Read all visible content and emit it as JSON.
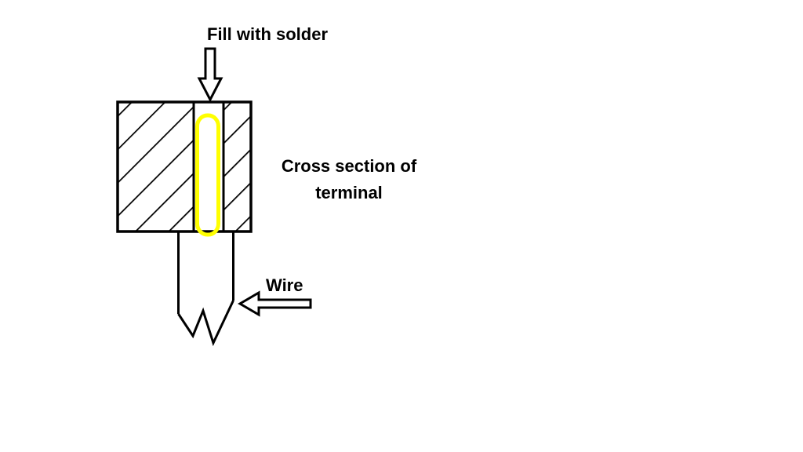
{
  "background": "#ffffff",
  "colors": {
    "ink": "#000000",
    "solder_highlight": "#ffff00"
  },
  "labels": {
    "fill_with_solder": "Fill with solder",
    "cross_section_line1": "Cross section of",
    "cross_section_line2": "terminal",
    "wire": "Wire"
  },
  "diagram": {
    "type": "hand-drawn schematic",
    "description_elements": [
      "hatched terminal block cross section",
      "yellow solder channel slot",
      "down arrow pointing into solder channel",
      "wire exiting bottom with jagged break line",
      "left arrow pointing at wire"
    ]
  }
}
